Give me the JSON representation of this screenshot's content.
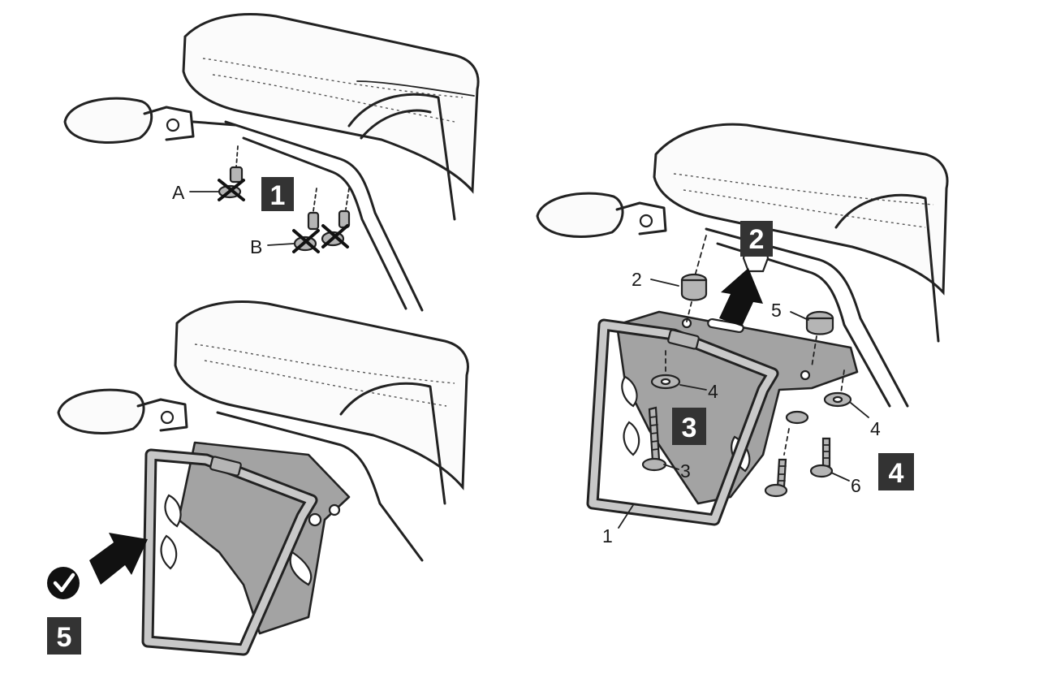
{
  "panels": [
    {
      "id": "panel-1",
      "step": "1",
      "callouts": [
        {
          "id": "A",
          "text": "A"
        },
        {
          "id": "B",
          "text": "B"
        }
      ]
    },
    {
      "id": "panel-2",
      "steps": [
        "2",
        "3",
        "4"
      ],
      "callouts": [
        {
          "id": "2",
          "text": "2"
        },
        {
          "id": "5",
          "text": "5"
        },
        {
          "id": "4a",
          "text": "4"
        },
        {
          "id": "4b",
          "text": "4"
        },
        {
          "id": "3",
          "text": "3"
        },
        {
          "id": "6",
          "text": "6"
        },
        {
          "id": "1",
          "text": "1"
        }
      ]
    },
    {
      "id": "panel-3",
      "step": "5",
      "icons": [
        "check-icon"
      ]
    }
  ],
  "colors": {
    "ink": "#222222",
    "step_box": "#333333",
    "metal": "#a3a3a3",
    "seat": "#fbfbfb"
  }
}
